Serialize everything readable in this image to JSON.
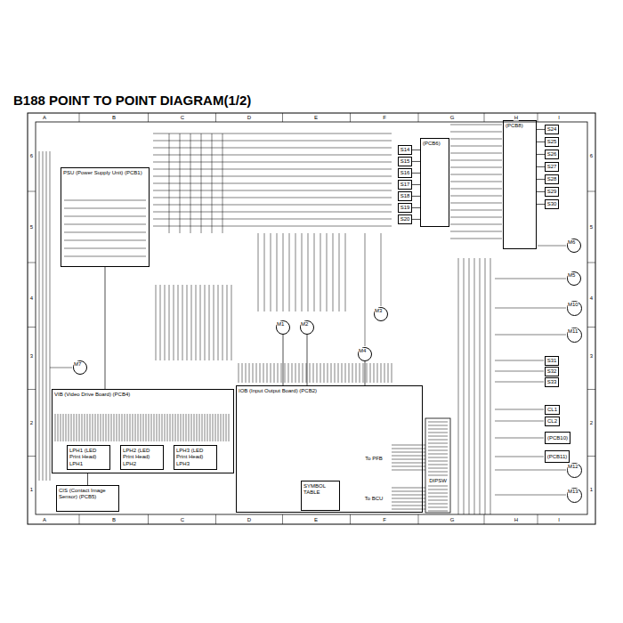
{
  "diagram": {
    "title": "B188 POINT TO POINT DIAGRAM(1/2)",
    "nodes": [
      {
        "text": [
          "PSU (Power Supply Unit) (PCB1)"
        ]
      },
      {
        "text": [
          "VIB (Video Drive Board) (PCB4)"
        ]
      },
      {
        "text": [
          "LPH1 (LED Print Head)",
          "LPH1"
        ],
        "in": 1
      },
      {
        "text": [
          "LPH2 (LED Print Head)",
          "LPH2"
        ],
        "in": 1
      },
      {
        "text": [
          "LPH3 (LED Print Head)",
          "LPH3"
        ],
        "in": 1
      },
      {
        "text": [
          "CIS (Contact Image Sensor) (PCB5)"
        ]
      },
      {
        "text": [
          "IOB (Input Output Board) (PCB2)"
        ]
      },
      {
        "text": [
          "SYMBOL TABLE"
        ],
        "in": 6
      },
      {
        "text": [
          "(PCB6)"
        ]
      },
      {
        "text": [
          "(PCB8)"
        ]
      },
      {
        "text": [
          "M1"
        ]
      },
      {
        "text": [
          "M2"
        ]
      },
      {
        "text": [
          "M3"
        ]
      },
      {
        "text": [
          "M4"
        ]
      },
      {
        "text": [
          "M5"
        ]
      },
      {
        "text": [
          "M10"
        ]
      },
      {
        "text": [
          "M11"
        ]
      },
      {
        "text": [
          "M6"
        ]
      },
      {
        "text": [
          "M7"
        ]
      },
      {
        "text": [
          "M12"
        ]
      },
      {
        "text": [
          "M13"
        ]
      },
      {
        "text": [
          "S14"
        ]
      },
      {
        "text": [
          "S15"
        ]
      },
      {
        "text": [
          "S16"
        ]
      },
      {
        "text": [
          "S17"
        ]
      },
      {
        "text": [
          "S18"
        ]
      },
      {
        "text": [
          "S19"
        ]
      },
      {
        "text": [
          "S20"
        ]
      },
      {
        "text": [
          "S24"
        ]
      },
      {
        "text": [
          "S25"
        ]
      },
      {
        "text": [
          "S26"
        ]
      },
      {
        "text": [
          "S27"
        ]
      },
      {
        "text": [
          "S28"
        ]
      },
      {
        "text": [
          "S29"
        ]
      },
      {
        "text": [
          "S30"
        ]
      },
      {
        "text": [
          "S31"
        ]
      },
      {
        "text": [
          "S32"
        ]
      },
      {
        "text": [
          "S33"
        ]
      },
      {
        "text": [
          "CL1"
        ]
      },
      {
        "text": [
          "CL2"
        ]
      },
      {
        "text": [
          "(PCB10)"
        ]
      },
      {
        "text": [
          "(PCB11)"
        ]
      }
    ],
    "edges": [
      {
        "from": 0,
        "to": 1,
        "arrow": "none"
      },
      {
        "from": 1,
        "to": 5,
        "arrow": "none"
      },
      {
        "from": 10,
        "to": 6,
        "arrow": "none"
      },
      {
        "from": 11,
        "to": 6,
        "arrow": "none"
      },
      {
        "from": 13,
        "to": 6,
        "arrow": "none"
      },
      {
        "from": 8,
        "to": 21,
        "arrow": "none"
      },
      {
        "from": 8,
        "to": 22,
        "arrow": "none"
      },
      {
        "from": 8,
        "to": 23,
        "arrow": "none"
      },
      {
        "from": 8,
        "to": 24,
        "arrow": "none"
      },
      {
        "from": 8,
        "to": 25,
        "arrow": "none"
      },
      {
        "from": 8,
        "to": 26,
        "arrow": "none"
      },
      {
        "from": 8,
        "to": 27,
        "arrow": "none"
      },
      {
        "from": 9,
        "to": 28,
        "arrow": "none"
      },
      {
        "from": 9,
        "to": 29,
        "arrow": "none"
      },
      {
        "from": 9,
        "to": 30,
        "arrow": "none"
      },
      {
        "from": 9,
        "to": 31,
        "arrow": "none"
      },
      {
        "from": 9,
        "to": 32,
        "arrow": "none"
      },
      {
        "from": 9,
        "to": 33,
        "arrow": "none"
      },
      {
        "from": 9,
        "to": 34,
        "arrow": "none"
      }
    ],
    "labels": [
      "A",
      "B",
      "C",
      "D",
      "E",
      "F",
      "G",
      "H",
      "I",
      "A",
      "B",
      "C",
      "D",
      "E",
      "F",
      "G",
      "H",
      "I",
      "6",
      "5",
      "4",
      "3",
      "2",
      "1",
      "6",
      "5",
      "4",
      "3",
      "2",
      "1",
      "To PFB",
      "To BCU",
      "DIPSW"
    ]
  }
}
